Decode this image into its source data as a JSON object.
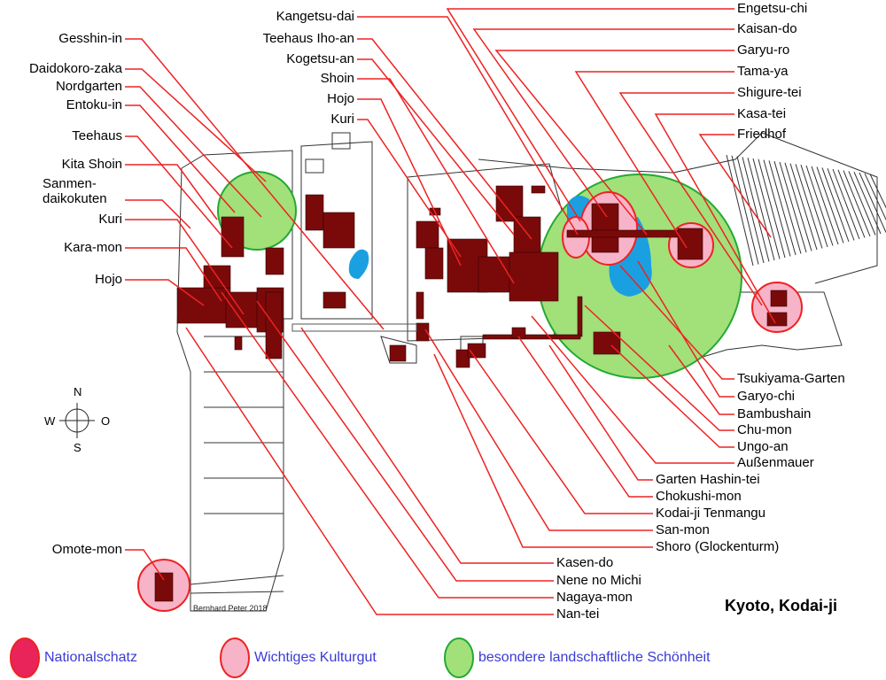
{
  "title": "Kyoto, Kodai-ji",
  "credit": "Bernhard Peter 2018",
  "compass": {
    "n": "N",
    "s": "S",
    "w": "W",
    "e": "O"
  },
  "colors": {
    "building": "#7a0a0a",
    "leader": "#ee2222",
    "nationalschatz": "#e8245a",
    "kulturgut": "#f7b4c8",
    "landschaft": "#a2e07a",
    "water": "#1aa0e0",
    "legend_text": "#3a3ad6"
  },
  "legend": [
    {
      "label": "Nationalschatz"
    },
    {
      "label": "Wichtiges Kulturgut"
    },
    {
      "label": "besondere landschaftliche Schönheit"
    }
  ],
  "labels_left": [
    "Gesshin-in",
    "Daidokoro-zaka",
    "Nordgarten",
    "Entoku-in",
    "Teehaus",
    "Kita Shoin",
    "Sanmen-daikokuten",
    "Kuri",
    "Kara-mon",
    "Hojo",
    "Omote-mon"
  ],
  "labels_top": [
    "Kangetsu-dai",
    "Teehaus Iho-an",
    "Kogetsu-an",
    "Shoin",
    "Hojo",
    "Kuri"
  ],
  "labels_right_top": [
    "Engetsu-chi",
    "Kaisan-do",
    "Garyu-ro",
    "Tama-ya",
    "Shigure-tei",
    "Kasa-tei",
    "Friedhof"
  ],
  "labels_right_bottom": [
    "Tsukiyama-Garten",
    "Garyo-chi",
    "Bambushain",
    "Chu-mon",
    "Ungo-an",
    "Außenmauer"
  ],
  "labels_mid_bottom": [
    "Garten Hashin-tei",
    "Chokushi-mon",
    "Kodai-ji Tenmangu",
    "San-mon",
    "Shoro (Glockenturm)"
  ],
  "labels_bottom": [
    "Kasen-do",
    "Nene no Michi",
    "Nagaya-mon",
    "Nan-tei"
  ]
}
